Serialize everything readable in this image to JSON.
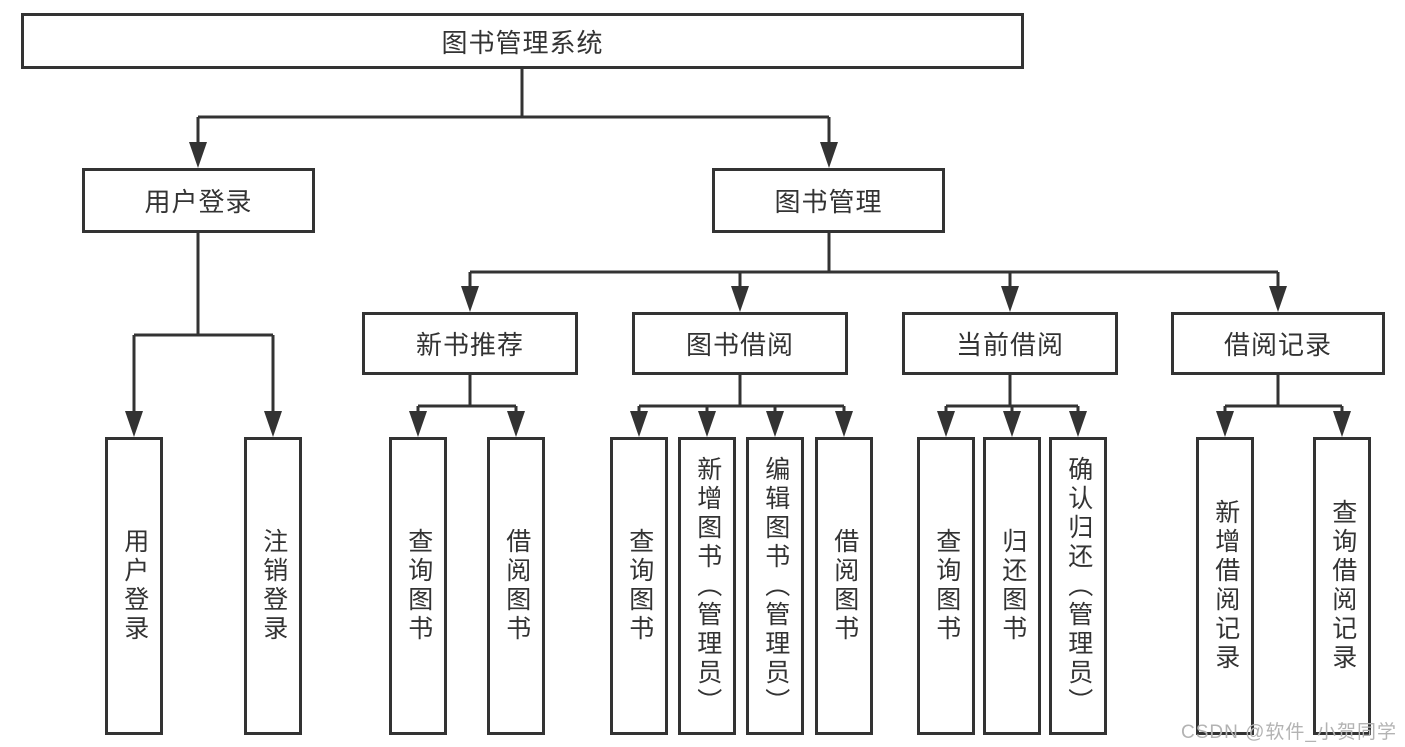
{
  "diagram": {
    "title": "图书管理系统",
    "watermark": "CSDN @软件_小贺同学",
    "colors": {
      "line": "#333333",
      "box_border": "#333333",
      "text": "#333333",
      "background": "#ffffff",
      "watermark": "#b3b3b3"
    },
    "nodes": {
      "root": {
        "label": "图书管理系统"
      },
      "user_login": {
        "label": "用户登录"
      },
      "book_mgmt": {
        "label": "图书管理"
      },
      "new_book_rec": {
        "label": "新书推荐"
      },
      "book_borrow": {
        "label": "图书借阅"
      },
      "current_borrow": {
        "label": "当前借阅"
      },
      "borrow_record": {
        "label": "借阅记录"
      },
      "leaf_user_login": {
        "label": "用户登录"
      },
      "leaf_logout": {
        "label": "注销登录"
      },
      "leaf_query_book_1": {
        "label": "查询图书"
      },
      "leaf_borrow_book_1": {
        "label": "借阅图书"
      },
      "leaf_query_book_2": {
        "label": "查询图书"
      },
      "leaf_add_book": {
        "label": "新增图书（管理员）"
      },
      "leaf_edit_book": {
        "label": "编辑图书（管理员）"
      },
      "leaf_borrow_book_2": {
        "label": "借阅图书"
      },
      "leaf_query_book_3": {
        "label": "查询图书"
      },
      "leaf_return_book": {
        "label": "归还图书"
      },
      "leaf_confirm_return": {
        "label": "确认归还（管理员）"
      },
      "leaf_add_record": {
        "label": "新增借阅记录"
      },
      "leaf_query_record": {
        "label": "查询借阅记录"
      }
    },
    "hierarchy": {
      "图书管理系统": {
        "用户登录": [
          "用户登录",
          "注销登录"
        ],
        "图书管理": {
          "新书推荐": [
            "查询图书",
            "借阅图书"
          ],
          "图书借阅": [
            "查询图书",
            "新增图书（管理员）",
            "编辑图书（管理员）",
            "借阅图书"
          ],
          "当前借阅": [
            "查询图书",
            "归还图书",
            "确认归还（管理员）"
          ],
          "借阅记录": [
            "新增借阅记录",
            "查询借阅记录"
          ]
        }
      }
    }
  }
}
